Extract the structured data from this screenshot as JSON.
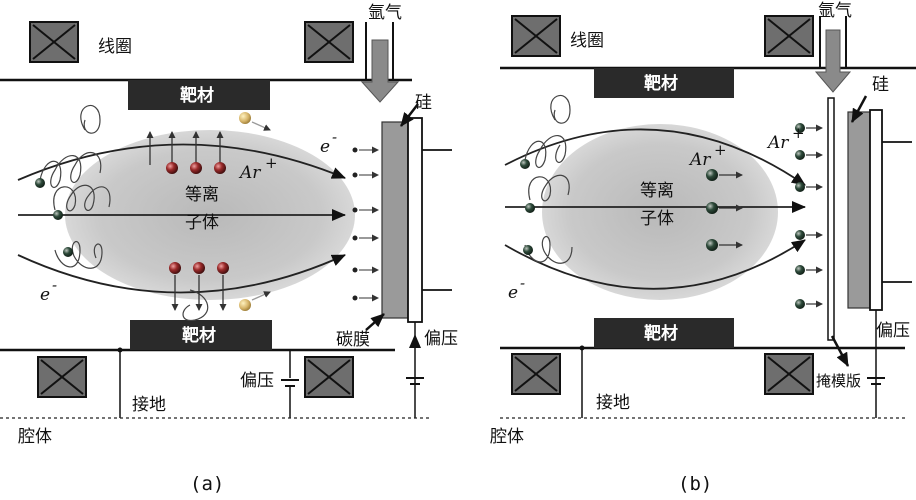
{
  "panel_a": {
    "coil": "线圈",
    "argon": "氩气",
    "target_top": "靶材",
    "target_bottom": "靶材",
    "silicon": "硅",
    "plasma_line1": "等离",
    "plasma_line2": "子体",
    "ar_ion": "Ar",
    "ion_sup": "+",
    "electron_right": "e",
    "electron_left": "e",
    "electron_sup": "-",
    "carbon_film": "碳膜",
    "bias_right": "偏压",
    "bias_bottom": "偏压",
    "ground": "接地",
    "chamber": "腔体",
    "caption": "(a)"
  },
  "panel_b": {
    "coil": "线圈",
    "argon": "氩气",
    "target_top": "靶材",
    "target_bottom": "靶材",
    "silicon": "硅",
    "plasma_line1": "等离",
    "plasma_line2": "子体",
    "ar_ion_top": "Ar",
    "ar_ion_mid": "Ar",
    "ion_sup": "+",
    "electron_left": "e",
    "electron_sup": "-",
    "mask_plate": "掩模版",
    "bias_right": "偏压",
    "ground": "接地",
    "chamber": "腔体",
    "caption": "(b)"
  }
}
